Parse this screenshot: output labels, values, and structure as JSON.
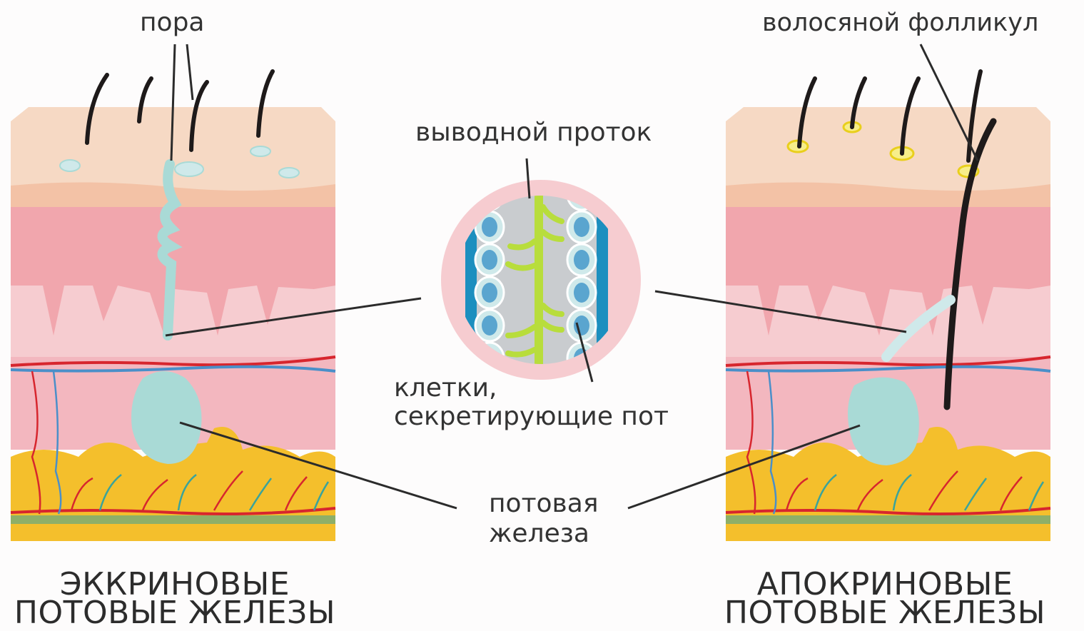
{
  "labels": {
    "pore": "пора",
    "hair_follicle": "волосяной фолликул",
    "excretory_duct": "выводной проток",
    "cells_line1": "клетки,",
    "cells_line2": "секретирующие пот",
    "sweat_gland_line1": "потовая",
    "sweat_gland_line2": "железа"
  },
  "captions": {
    "eccrine_line1": "ЭККРИНОВЫЕ",
    "eccrine_line2": "ПОТОВЫЕ ЖЕЛЕЗЫ",
    "apocrine_line1": "АПОКРИНОВЫЕ",
    "apocrine_line2": "ПОТОВЫЕ ЖЕЛЕЗЫ"
  },
  "colors": {
    "epidermis": "#f6d9c4",
    "dermis": "#f1a6ad",
    "dermis_deep": "#f6ccd0",
    "fat": "#f4bf2c",
    "artery": "#d7262e",
    "vein": "#4a8fc9",
    "gland": "#a9dad6",
    "hair": "#1e1a1a",
    "duct_cell": "#5aa5cf",
    "duct_center": "#b8dd3c"
  }
}
